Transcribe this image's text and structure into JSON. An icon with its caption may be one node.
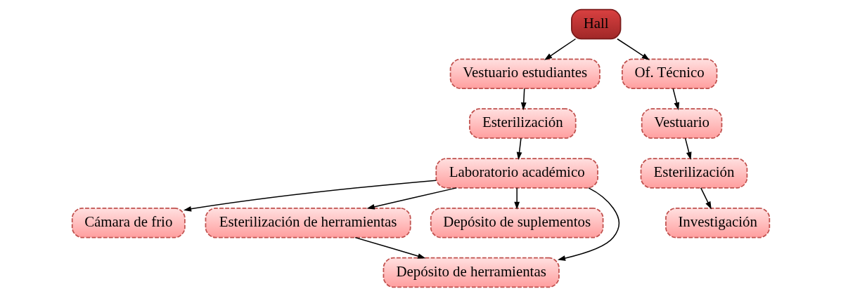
{
  "diagram": {
    "nodes": [
      {
        "text": [
          "Hall"
        ]
      },
      {
        "text": [
          "Vestuario estudiantes"
        ]
      },
      {
        "text": [
          "Of. Técnico"
        ]
      },
      {
        "text": [
          "Esterilización"
        ]
      },
      {
        "text": [
          "Cámara de frio"
        ]
      },
      {
        "text": [
          "Laboratorio académico"
        ]
      },
      {
        "text": [
          "Esterilización de herramientas"
        ]
      },
      {
        "text": [
          "Vestuario"
        ]
      },
      {
        "text": [
          "Esterilización"
        ]
      },
      {
        "text": [
          "Depósito de suplementos"
        ]
      },
      {
        "text": [
          "Depósito de herramientas"
        ]
      },
      {
        "text": [
          "Investigación"
        ]
      }
    ],
    "edges": [
      {
        "from": 0,
        "to": 1,
        "arrow": "to"
      },
      {
        "from": 0,
        "to": 2,
        "arrow": "to"
      },
      {
        "from": 1,
        "to": 3,
        "arrow": "to"
      },
      {
        "from": 3,
        "to": 5,
        "arrow": "to"
      },
      {
        "from": 5,
        "to": 4,
        "arrow": "to"
      },
      {
        "from": 5,
        "to": 6,
        "arrow": "to"
      },
      {
        "from": 5,
        "to": 9,
        "arrow": "to"
      },
      {
        "from": 5,
        "to": 10,
        "arrow": "to"
      },
      {
        "from": 6,
        "to": 10,
        "arrow": "to"
      },
      {
        "from": 2,
        "to": 7,
        "arrow": "to"
      },
      {
        "from": 7,
        "to": 8,
        "arrow": "to"
      },
      {
        "from": 8,
        "to": 11,
        "arrow": "to"
      }
    ]
  }
}
